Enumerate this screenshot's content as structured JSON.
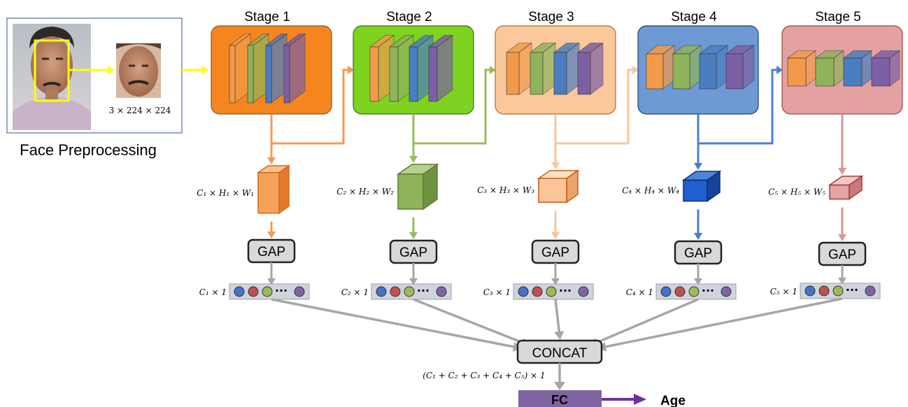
{
  "preprocessing": {
    "label": "Face Preprocessing",
    "input_size": "3 × 224 × 224"
  },
  "stages": [
    {
      "title": "Stage 1",
      "fill": "#f5861f",
      "border": "#7a5a2a",
      "arrow": "#f39a54",
      "feature_label": "C₁ × H₁ × W₁",
      "gap_label": "GAP",
      "vector_label": "C₁ × 1",
      "cube_front": "#f6a157",
      "cube_top": "#f7c08d",
      "cube_side": "#e27a2c",
      "cube_edge": "#d46a1c"
    },
    {
      "title": "Stage 2",
      "fill": "#7ed321",
      "border": "#3d6b12",
      "arrow": "#9bbb59",
      "feature_label": "C₂ × H₂ × W₂",
      "gap_label": "GAP",
      "vector_label": "C₂ × 1",
      "cube_front": "#8fb35a",
      "cube_top": "#b5d08a",
      "cube_side": "#6f9140",
      "cube_edge": "#5d7d34"
    },
    {
      "title": "Stage 3",
      "fill": "#fac89a",
      "border": "#b5692a",
      "arrow": "#f9c59b",
      "feature_label": "C₃ × H₃ × W₃",
      "gap_label": "GAP",
      "vector_label": "C₃ × 1",
      "cube_front": "#fbc59a",
      "cube_top": "#fde0c6",
      "cube_side": "#e9a46e",
      "cube_edge": "#c55a11"
    },
    {
      "title": "Stage 4",
      "fill": "#6d9ad4",
      "border": "#1f3f6e",
      "arrow": "#4a7fd0",
      "feature_label": "C₄ × H₄ × W₄",
      "gap_label": "GAP",
      "vector_label": "C₄ × 1",
      "cube_front": "#1f5fcf",
      "cube_top": "#4d84e0",
      "cube_side": "#14459b",
      "cube_edge": "#0f2f6e"
    },
    {
      "title": "Stage 5",
      "fill": "#e3a1a1",
      "border": "#8a4a4a",
      "arrow": "#d99694",
      "feature_label": "C₅ × H₅ × W₅",
      "gap_label": "GAP",
      "vector_label": "C₅ × 1",
      "cube_front": "#e6a3a3",
      "cube_top": "#f2c9c9",
      "cube_side": "#c97a7a",
      "cube_edge": "#a33a3a"
    }
  ],
  "layer_colors": [
    "#f39a4a",
    "#8fb35a",
    "#4a7ec0",
    "#7d5fa5"
  ],
  "vector_dot_colors": [
    "#4472c4",
    "#c0504d",
    "#9bbb59",
    "#8064a2"
  ],
  "vector_ellipsis": "···",
  "concat": {
    "label": "CONCAT",
    "sum_label": "(C₁ + C₂ + C₃ + C₄ + C₅) × 1"
  },
  "fc": {
    "label": "FC",
    "color": "#8064a2"
  },
  "output": {
    "label": "Age",
    "arrow_color": "#7030a0"
  },
  "gray_arrow": "#a6a6a6",
  "highlight_color": "#ffff00"
}
